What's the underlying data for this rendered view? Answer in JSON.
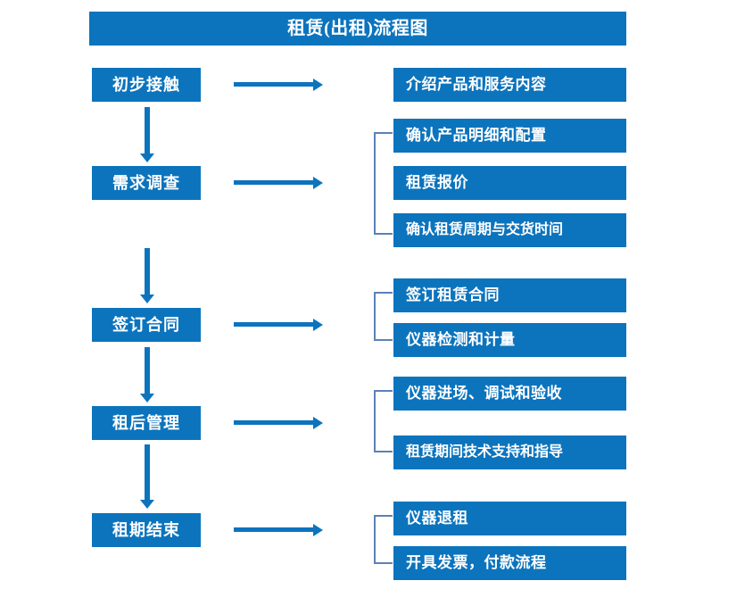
{
  "title": {
    "text": "租赁(出租)流程图"
  },
  "colors": {
    "box_fill": "#0c74bd",
    "box_text": "#ffffff",
    "arrow": "#0c74bd",
    "bracket": "#5b82b5",
    "background": "#ffffff"
  },
  "stages": [
    {
      "label": "初步接触"
    },
    {
      "label": "需求调查"
    },
    {
      "label": "签订合同"
    },
    {
      "label": "租后管理"
    },
    {
      "label": "租期结束"
    }
  ],
  "tasks": [
    {
      "label": "介绍产品和服务内容"
    },
    {
      "label": "确认产品明细和配置"
    },
    {
      "label": "租赁报价"
    },
    {
      "label": "确认租赁周期与交货时间"
    },
    {
      "label": "签订租赁合同"
    },
    {
      "label": "仪器检测和计量"
    },
    {
      "label": "仪器进场、调试和验收"
    },
    {
      "label": "租赁期间技术支持和指导"
    },
    {
      "label": "仪器退租"
    },
    {
      "label": "开具发票，付款流程"
    }
  ],
  "flow": {
    "stage_to_task_arrows": 5,
    "stage_sequence_arrows": 4,
    "group_brackets": 4
  }
}
